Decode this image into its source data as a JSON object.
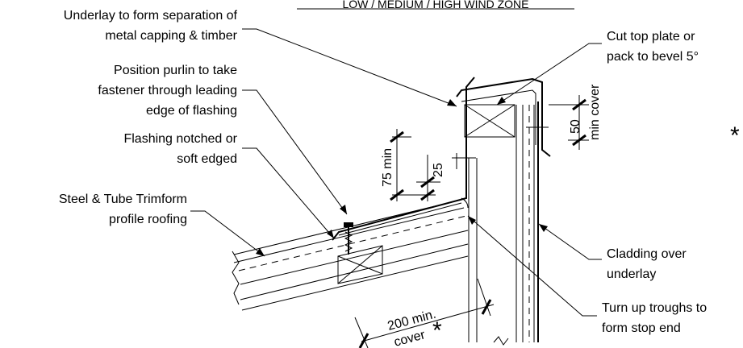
{
  "title": "LOW / MEDIUM / HIGH WIND ZONE",
  "callouts": {
    "underlay": [
      "Underlay to form separation of",
      "metal capping & timber"
    ],
    "purlin": [
      "Position purlin to take",
      "fastener through leading",
      "edge of flashing"
    ],
    "notched": [
      "Flashing notched or",
      "soft edged"
    ],
    "roofing": [
      "Steel & Tube Trimform",
      "profile roofing"
    ],
    "top_plate": [
      "Cut top plate or",
      "pack to bevel 5°"
    ],
    "cladding": [
      "Cladding over",
      "underlay"
    ],
    "troughs": [
      "Turn up troughs to",
      "form stop end"
    ]
  },
  "dimensions": {
    "d75": "75 min",
    "d25": "25",
    "d50": "50",
    "d50_sub": "min cover",
    "d200": "200 min.",
    "d200_sub": "cover"
  },
  "asterisk": "*"
}
